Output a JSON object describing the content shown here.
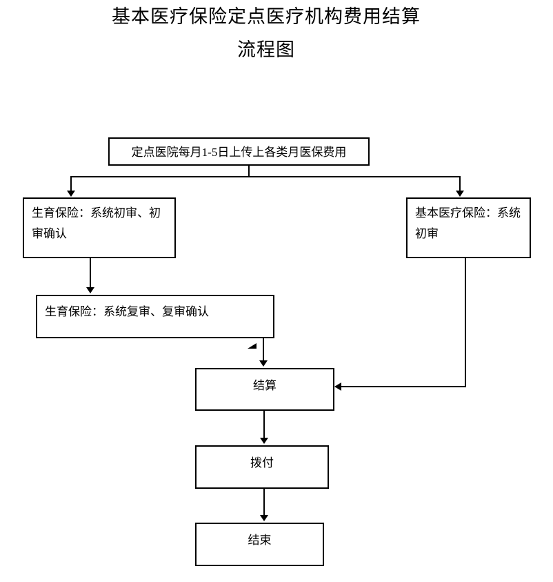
{
  "title": {
    "line1": "基本医疗保险定点医疗机构费用结算",
    "line2": "流程图"
  },
  "flowchart": {
    "nodes": {
      "upload": {
        "label": "定点医院每月1-5日上传上各类月医保费用"
      },
      "maternity_initial": {
        "label": "生育保险：系统初审、初审确认"
      },
      "basic_initial": {
        "label": "基本医疗保险：系统初审"
      },
      "maternity_review": {
        "label": "生育保险：系统复审、复审确认"
      },
      "settlement": {
        "label": "结算"
      },
      "payment": {
        "label": "拨付"
      },
      "end": {
        "label": "结束"
      }
    },
    "edges": [
      {
        "from": "upload",
        "to": "maternity_initial"
      },
      {
        "from": "upload",
        "to": "basic_initial"
      },
      {
        "from": "maternity_initial",
        "to": "maternity_review"
      },
      {
        "from": "maternity_review",
        "to": "settlement"
      },
      {
        "from": "basic_initial",
        "to": "settlement"
      },
      {
        "from": "settlement",
        "to": "payment"
      },
      {
        "from": "payment",
        "to": "end"
      }
    ],
    "colors": {
      "line": "#000000",
      "box_border": "#000000",
      "background": "#ffffff",
      "text": "#000000"
    }
  }
}
